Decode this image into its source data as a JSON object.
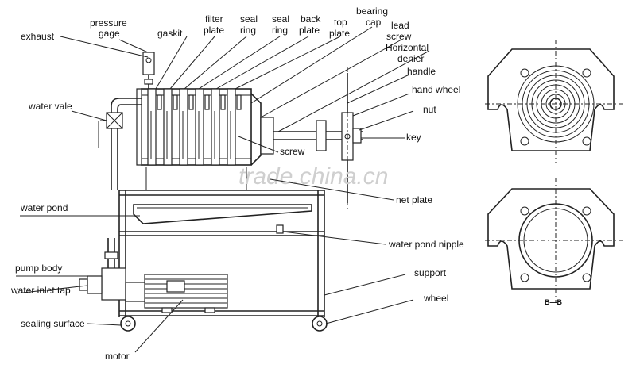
{
  "labels": {
    "exhaust": "exhaust",
    "pressure_gage_1": "pressure",
    "pressure_gage_2": "gage",
    "gaskit": "gaskit",
    "filter_plate_1": "filter",
    "filter_plate_2": "plate",
    "seal_ring_a_1": "seal",
    "seal_ring_a_2": "ring",
    "seal_ring_b_1": "seal",
    "seal_ring_b_2": "ring",
    "back_plate_1": "back",
    "back_plate_2": "plate",
    "top_plate_1": "top",
    "top_plate_2": "plate",
    "bearing_cap_1": "bearing",
    "bearing_cap_2": "cap",
    "lead_screw_1": "lead",
    "lead_screw_2": "screw",
    "horizontal_denier_1": "Horizontal",
    "horizontal_denier_2": "denier",
    "handle": "handle",
    "hand_wheel": "hand wheel",
    "nut": "nut",
    "key": "key",
    "screw": "screw",
    "water_vale": "water vale",
    "net_plate": "net plate",
    "water_pond": "water pond",
    "water_pond_nipple": "water pond nipple",
    "pump_body": "pump body",
    "support": "support",
    "water_inlet_tap": "water inlet tap",
    "wheel": "wheel",
    "sealing_surface": "sealing surface",
    "motor": "motor",
    "section": "B—B"
  },
  "watermark": "trade.china.cn"
}
